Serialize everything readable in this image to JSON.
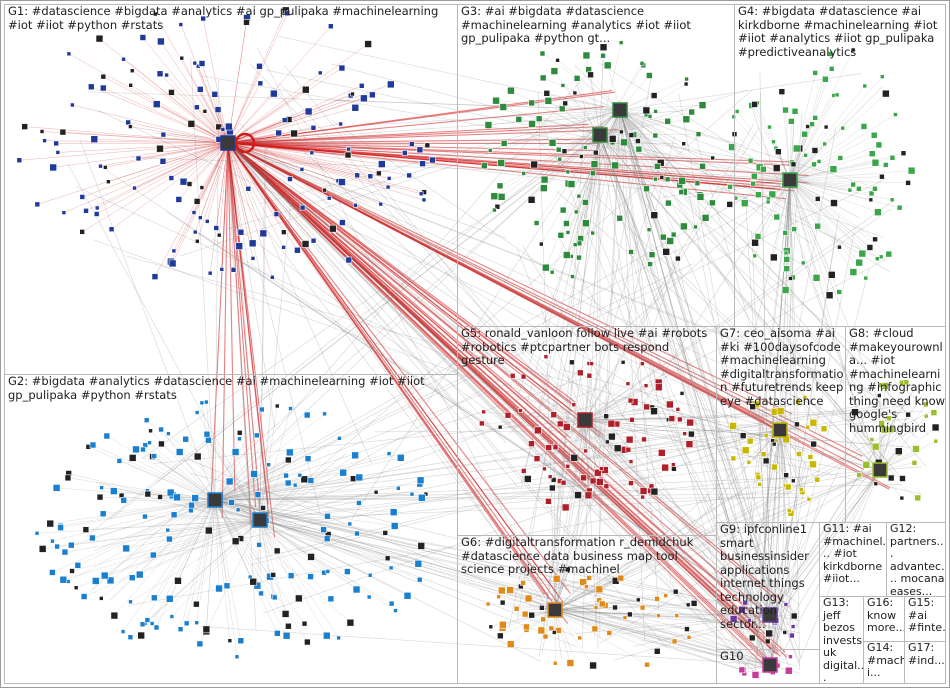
{
  "groups": [
    {
      "id": "G1",
      "label": "G1: #datascience #bigdata #analytics #ai gp_pulipaka #machinelearning #iot #iiot #python #rstats",
      "color": "#1f3a9a"
    },
    {
      "id": "G2",
      "label": "G2: #bigdata #analytics #datascience #ai #machinelearning #iot #iiot gp_pulipaka #python #rstats",
      "color": "#1a7fcf"
    },
    {
      "id": "G3",
      "label": "G3: #ai #bigdata #datascience #machinelearning #analytics #iot #iiot gp_pulipaka #python gt...",
      "color": "#2e8b3e"
    },
    {
      "id": "G4",
      "label": "G4: #bigdata #datascience #ai kirkdborne #machinelearning #iot #iiot #analytics #iiot gp_pulipaka #predictiveanalytics",
      "color": "#3aa64a"
    },
    {
      "id": "G5",
      "label": "G5: ronald_vanloon follow live #ai #robots #robotics #ptcpartner bots respond gesture",
      "color": "#b0202a"
    },
    {
      "id": "G6",
      "label": "G6: #digitaltransformation r_demidchuk #datascience data business map tool science projects #machinel",
      "color": "#e08a1a"
    },
    {
      "id": "G7",
      "label": "G7: ceo_aisoma #ai #ki #100daysofcode #machinelearning #digitaltransformation #futuretrends keep eye #datascience",
      "color": "#c9b800"
    },
    {
      "id": "G8",
      "label": "G8: #cloud #makeyourownla... #iot #machinelearning #infographic thing need know google's hummingbird",
      "color": "#9bbf2a"
    },
    {
      "id": "G9",
      "label": "G9: ipfconline1 smart businessinsider applications internet things technology education sector...",
      "color": "#6a3aa0"
    },
    {
      "id": "G10",
      "label": "G10",
      "color": "#c83a9a"
    },
    {
      "id": "G11",
      "label": "G11: #ai #machinel... #iot kirkdborne #iiot...",
      "color": "#555555"
    },
    {
      "id": "G12",
      "label": "G12: partners... advantec... mocana eases...",
      "color": "#555555"
    },
    {
      "id": "G13",
      "label": "G13: jeff bezos invests uk digital...",
      "color": "#555555"
    },
    {
      "id": "G14",
      "label": "G14: #machi...",
      "color": "#555555"
    },
    {
      "id": "G15",
      "label": "G15: #ai #finte...",
      "color": "#555555"
    },
    {
      "id": "G16",
      "label": "G16: know more...",
      "color": "#555555"
    },
    {
      "id": "G17",
      "label": "G17: #ind...",
      "color": "#555555"
    }
  ],
  "colors": {
    "edge": "#8a8a8a",
    "hub_edge": "#d11a1a",
    "border": "#b9b9b9"
  }
}
